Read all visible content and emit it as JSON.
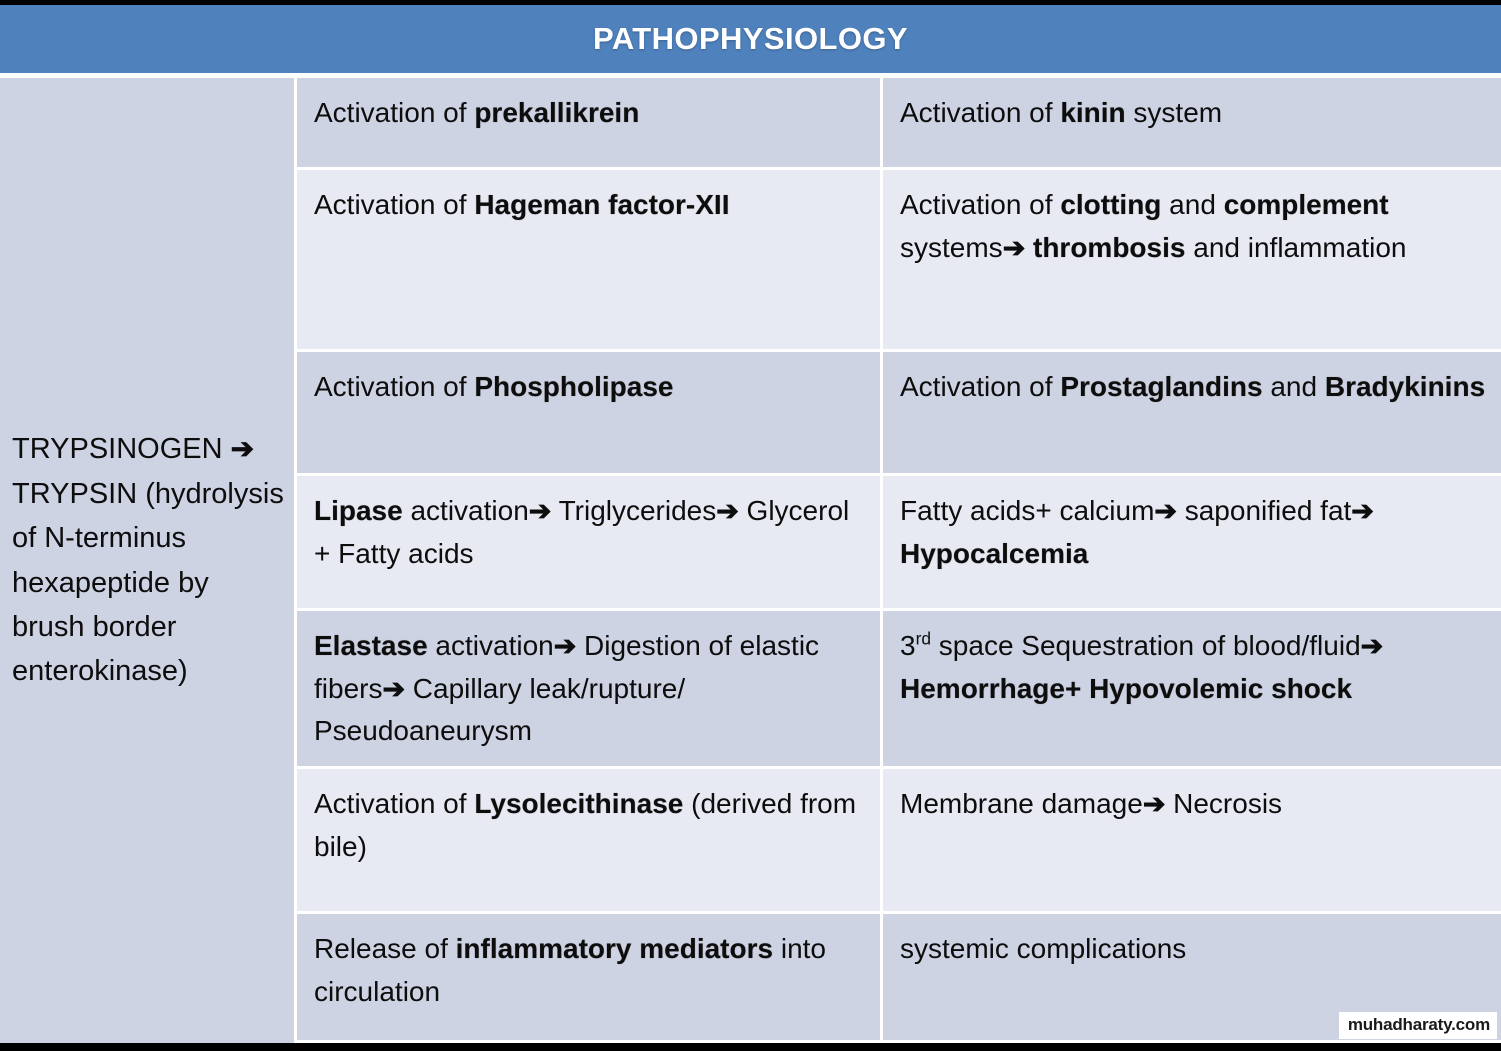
{
  "slide": {
    "title": "PATHOPHYSIOLOGY",
    "accent_color": "#4f81bd",
    "row_shade_dark": "#ced3e3",
    "row_shade_light": "#e8eaf3",
    "text_color": "#0d0d0d",
    "watermark": "muhadharaty.com"
  },
  "table": {
    "left_cell": {
      "lines": [
        "TRYPSINOGEN → TRYPSIN",
        "(hydrolysis of N-terminus hexapeptide by brush border enterokinase)"
      ],
      "plain_text": "TRYPSINOGEN → TRYPSIN (hydrolysis of N-terminus hexapeptide by brush border enterokinase)"
    },
    "rows": [
      {
        "shade": "dark",
        "mechanism": "Activation of prekallikrein",
        "effect": "Activation of kinin system",
        "mechanism_bold": [
          "prekallikrein"
        ],
        "effect_bold": [
          "kinin"
        ]
      },
      {
        "shade": "light",
        "mechanism": "Activation of Hageman factor-XII",
        "effect": "Activation of clotting and complement systems→ thrombosis and inflammation",
        "mechanism_bold": [
          "Hageman factor-XII"
        ],
        "effect_bold": [
          "clotting",
          "complement",
          "thrombosis"
        ]
      },
      {
        "shade": "dark",
        "mechanism": "Activation of Phospholipase",
        "effect": "Activation of Prostaglandins and Bradykinins",
        "mechanism_bold": [
          "Phospholipase"
        ],
        "effect_bold": [
          "Prostaglandins",
          "Bradykinins"
        ]
      },
      {
        "shade": "light",
        "mechanism": "Lipase activation→ Triglycerides→ Glycerol + Fatty acids",
        "effect": "Fatty acids+ calcium→ saponified fat→ Hypocalcemia",
        "mechanism_bold": [
          "Lipase"
        ],
        "effect_bold": [
          "Hypocalcemia"
        ]
      },
      {
        "shade": "dark",
        "mechanism": "Elastase activation→ Digestion of elastic fibers→ Capillary leak/rupture/ Pseudoaneurysm",
        "effect": "3rd space Sequestration of blood/fluid→ Hemorrhage+ Hypovolemic shock",
        "mechanism_bold": [
          "Elastase"
        ],
        "effect_bold": [
          "Hemorrhage+",
          "Hypovolemic shock"
        ]
      },
      {
        "shade": "light",
        "mechanism": "Activation of Lysolecithinase (derived from bile)",
        "effect": "Membrane damage→ Necrosis",
        "mechanism_bold": [
          "Lysolecithinase"
        ],
        "effect_bold": []
      },
      {
        "shade": "dark",
        "mechanism": "Release of inflammatory mediators into circulation",
        "effect": "systemic complications",
        "mechanism_bold": [
          "inflammatory mediators"
        ],
        "effect_bold": []
      }
    ]
  }
}
